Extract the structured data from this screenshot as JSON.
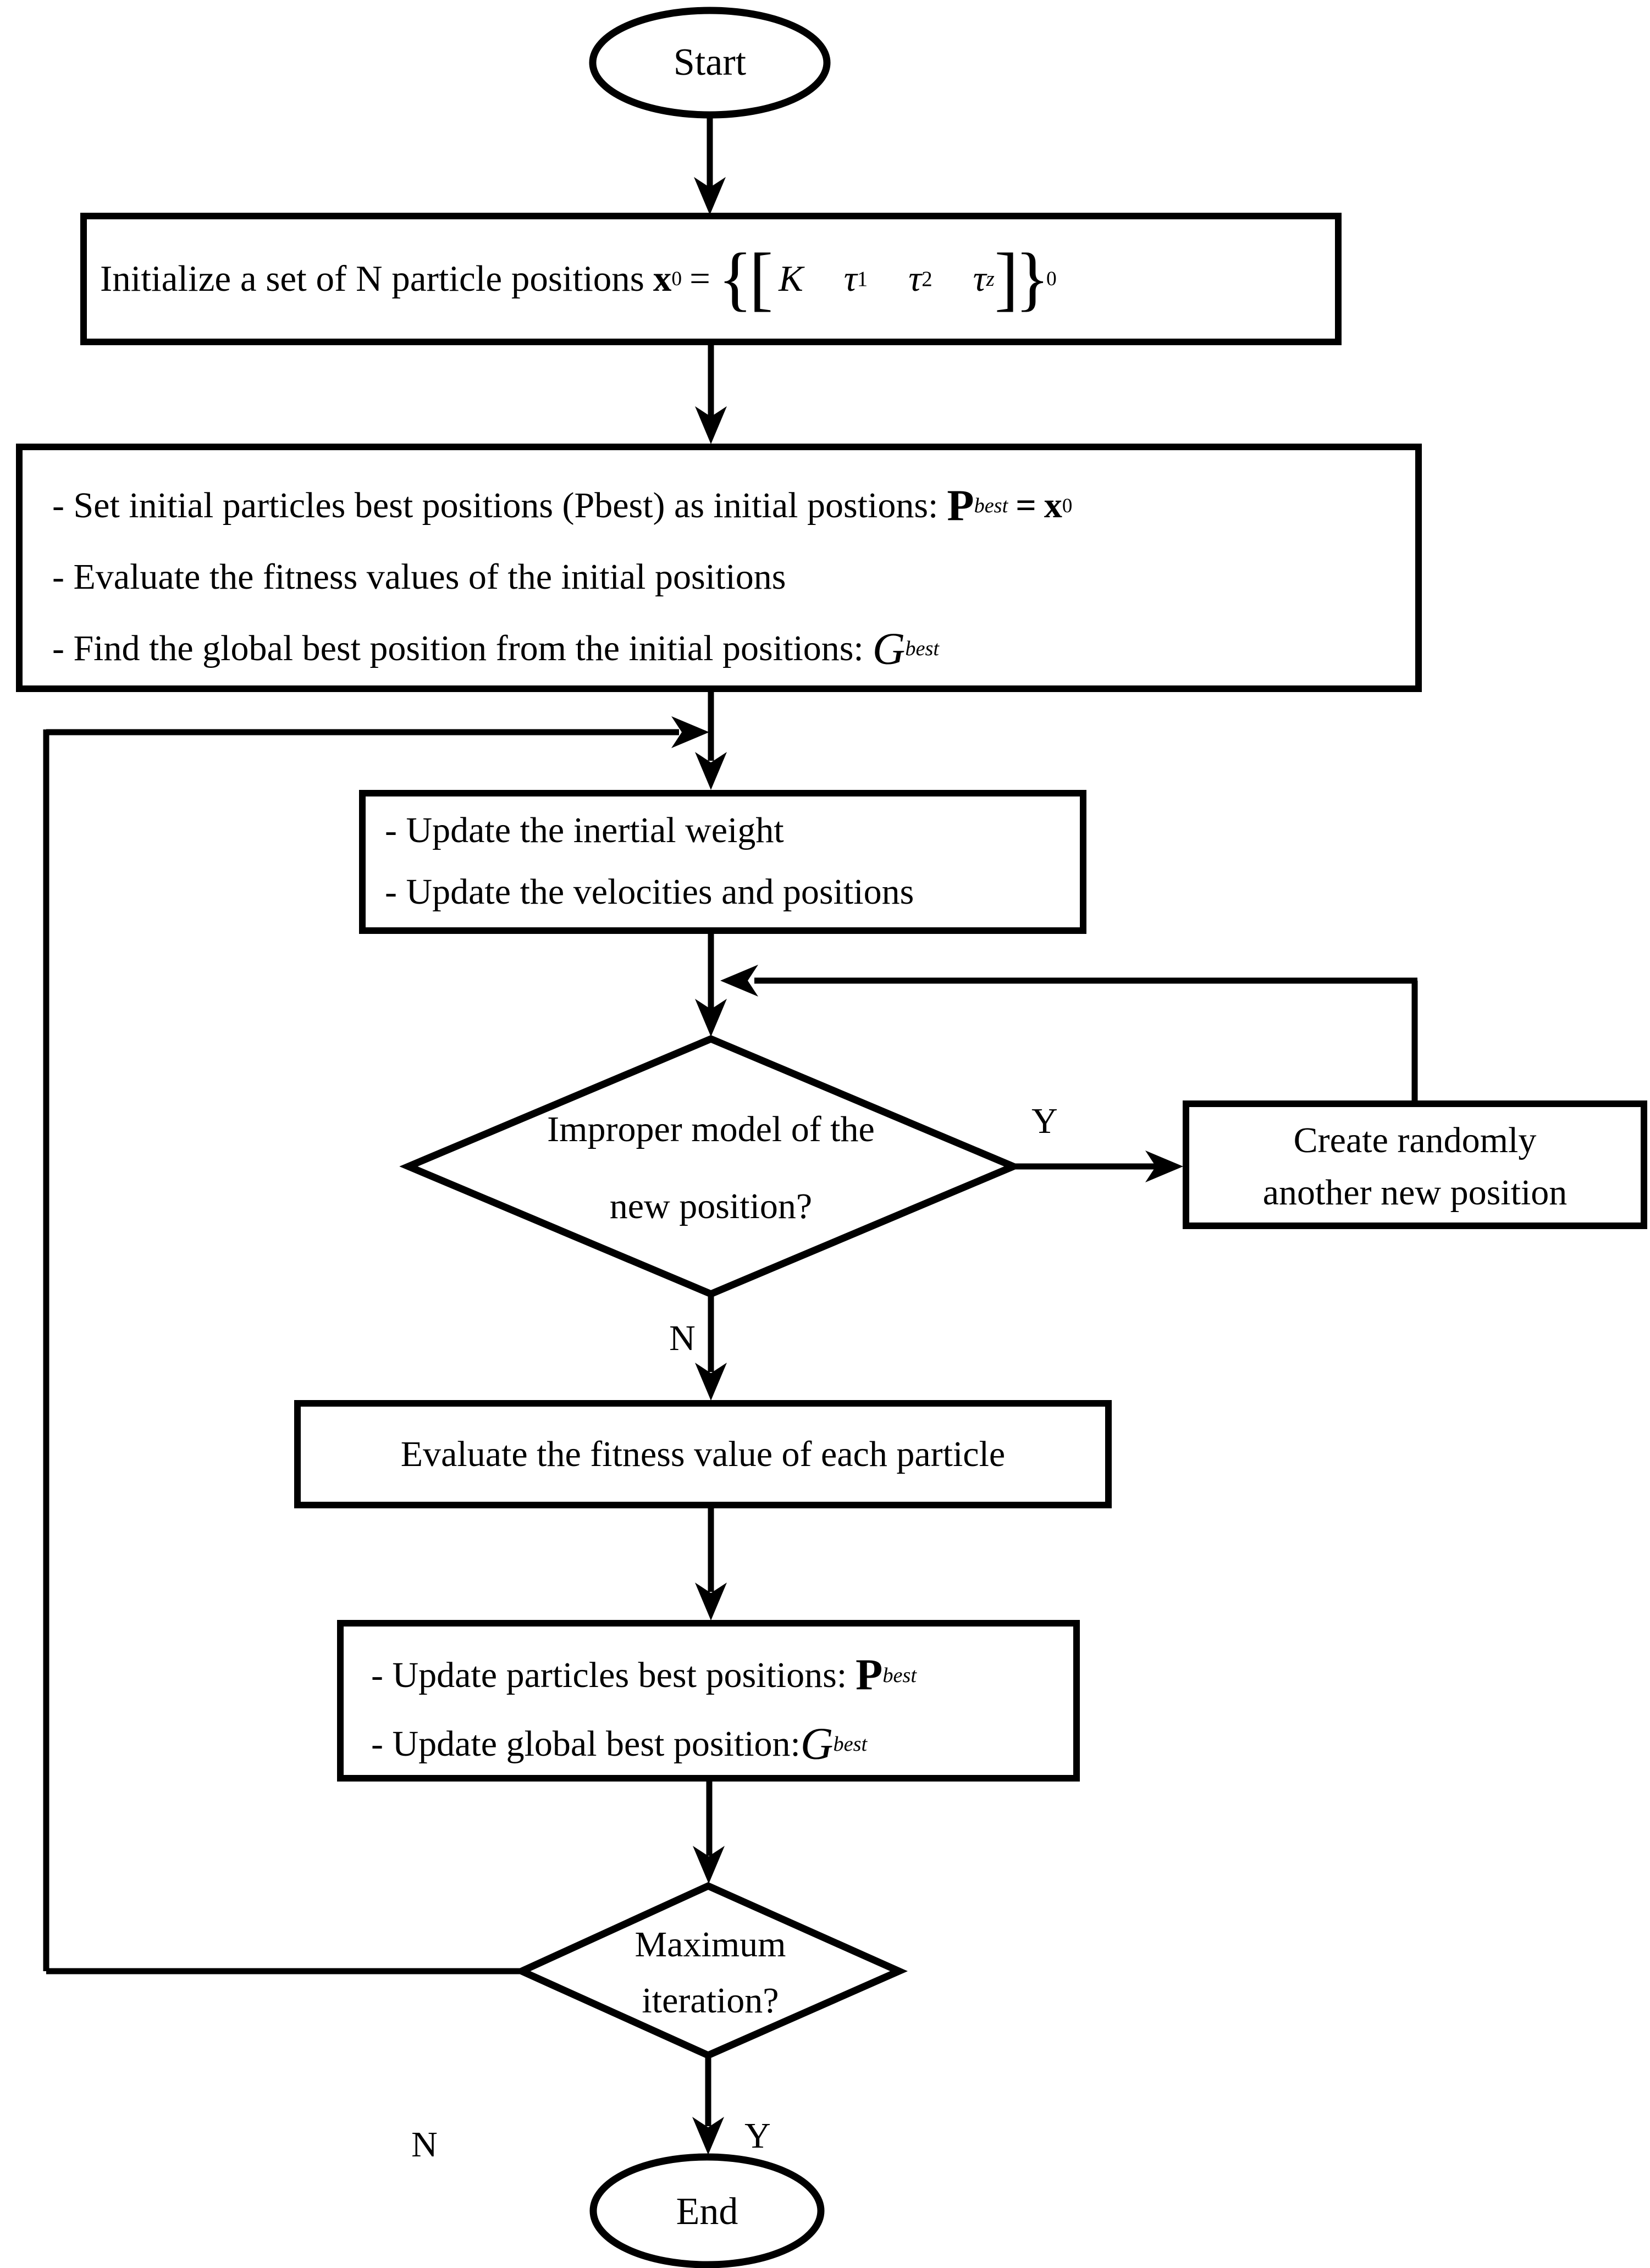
{
  "figure": {
    "background": "#ffffff",
    "line_color": "#000000",
    "type": "flowchart"
  },
  "nodes": {
    "start": {
      "label": "Start"
    },
    "init": {
      "text": "Initialize a set of N particle positions",
      "x": "x",
      "x_sup": "0",
      "equals": "=",
      "open_braces": "{[",
      "k": "K",
      "tau": "τ",
      "tau_subs": [
        "1",
        "2",
        "z"
      ],
      "close_braces": "]}",
      "close_sup": "0"
    },
    "set_initial": {
      "line1": {
        "text": "- Set initial particles best positions (Pbest) as initial postions:",
        "p": "P",
        "p_sub": "best",
        "equals": "=",
        "x": "x",
        "x_sup": "0"
      },
      "line2": "- Evaluate the fitness values of the initial positions",
      "line3": {
        "text": "- Find the global best position from the initial positions:",
        "g": "G",
        "g_sub": "best"
      }
    },
    "update_weight": {
      "line1": "- Update the inertial weight",
      "line2": "- Update the velocities and positions"
    },
    "improper_model": {
      "line1": "Improper model of the",
      "line2": "new position?",
      "yes_label": "Y",
      "no_label": "N"
    },
    "create_random": {
      "line1": "Create randomly",
      "line2": "another new position"
    },
    "evaluate_fitness": {
      "text": "Evaluate the fitness value of each particle"
    },
    "update_best": {
      "line1": {
        "text": "- Update particles best positions:",
        "p": "P",
        "p_sub": "best"
      },
      "line2": {
        "text": "- Update global best position:",
        "g": "G",
        "g_sub": "best"
      }
    },
    "max_iteration": {
      "line1": "Maximum",
      "line2": "iteration?",
      "yes_label": "Y",
      "no_label": "N"
    },
    "end": {
      "label": "End"
    }
  }
}
